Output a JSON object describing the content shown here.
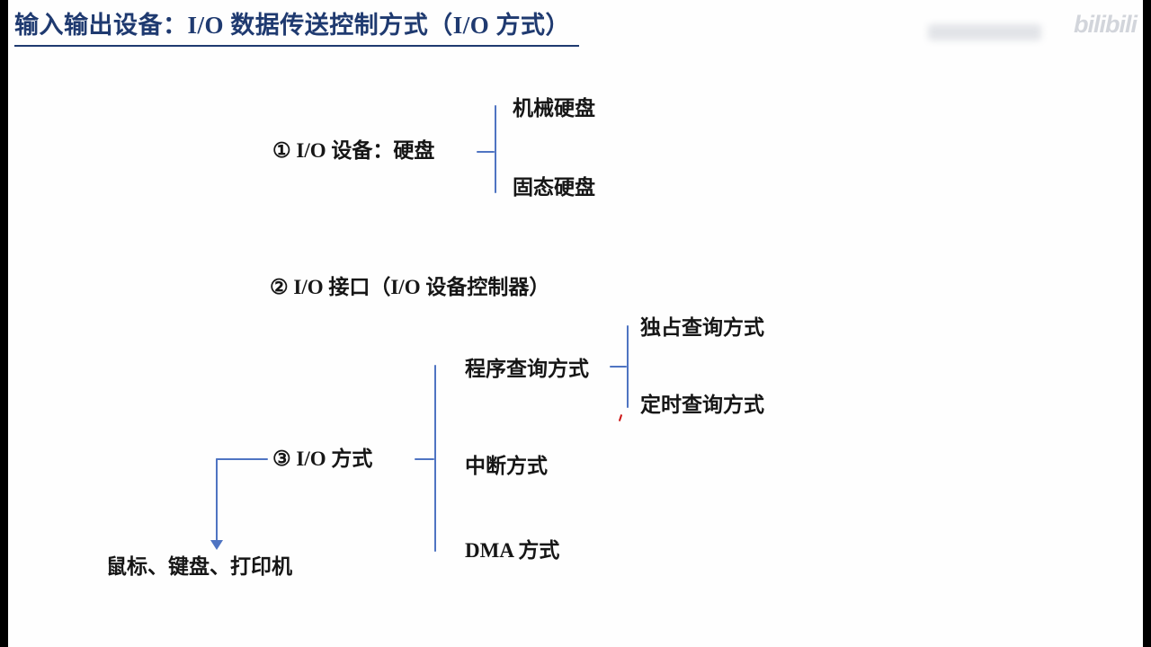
{
  "title": {
    "text": "输入输出设备：I/O 数据传送控制方式（I/O 方式）"
  },
  "watermark": {
    "logo": "bilibili"
  },
  "colors": {
    "title": "#1f3a70",
    "line": "#4f74c2",
    "text": "#161616",
    "stray_mark": "#cc1111"
  },
  "nodes": {
    "io_device": {
      "label": "① I/O 设备：硬盘",
      "children": [
        "机械硬盘",
        "固态硬盘"
      ]
    },
    "io_interface": {
      "label": "② I/O 接口（I/O 设备控制器）"
    },
    "io_mode": {
      "label": "③ I/O 方式",
      "children": [
        "程序查询方式",
        "中断方式",
        "DMA 方式"
      ]
    },
    "polling": {
      "children": [
        "独占查询方式",
        "定时查询方式"
      ]
    },
    "examples": {
      "label": "鼠标、键盘、打印机"
    }
  }
}
